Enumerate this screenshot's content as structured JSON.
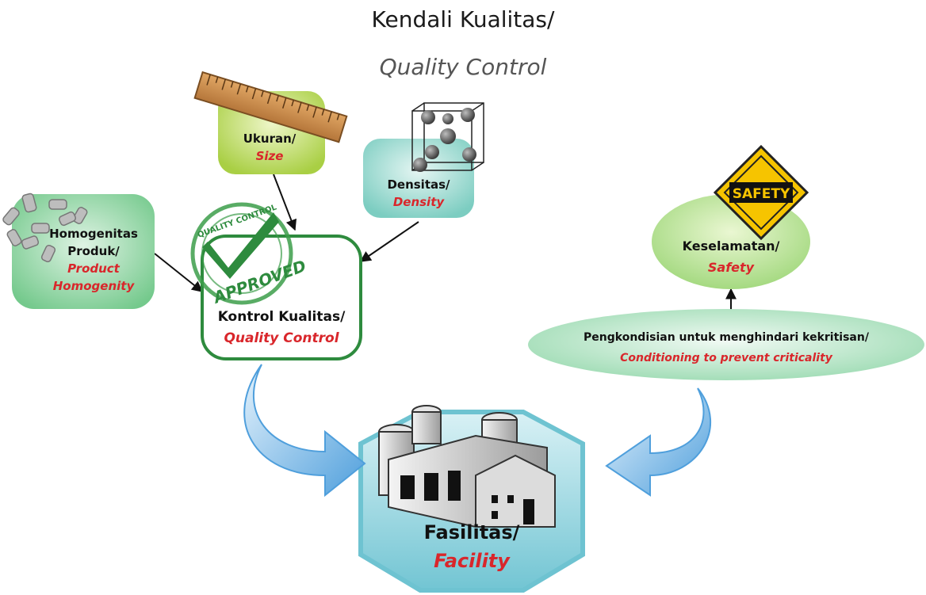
{
  "title": {
    "line1": "Kendali Kualitas/",
    "line2": "Quality Control"
  },
  "nodes": {
    "size": {
      "id_label": "Ukuran/",
      "en_label": "Size",
      "icon": "ruler-icon"
    },
    "density": {
      "id_label": "Densitas/",
      "en_label": "Density",
      "icon": "cube-spheres-icon"
    },
    "homogeneity": {
      "id_label_1": "Homogenitas",
      "id_label_2": "Produk/",
      "en_label_1": "Product",
      "en_label_2": "Homogenity",
      "icon": "pellets-icon"
    },
    "quality_control": {
      "id_label": "Kontrol Kualitas/",
      "en_label": "Quality Control",
      "stamp_top": "QUALITY CONTROL",
      "stamp_main": "APPROVED",
      "icon": "approved-stamp-icon"
    },
    "safety": {
      "id_label": "Keselamatan/",
      "en_label": "Safety",
      "sign_text": "SAFETY",
      "icon": "safety-sign-icon"
    },
    "conditioning": {
      "id_label": "Pengkondisian untuk menghindari kekritisan/",
      "en_label": "Conditioning to prevent criticality"
    },
    "facility": {
      "id_label": "Fasilitas/",
      "en_label": "Facility",
      "icon": "factory-icon"
    }
  },
  "colors": {
    "text_red": "#d9262b",
    "qc_border": "#2e8b3e",
    "green_box": "#8fd6a3",
    "lime_box": "#b5d75a",
    "teal_box": "#8fd3c9",
    "hex_fill": "#76cdd8",
    "curve_arrow": "#5aa6e0"
  }
}
